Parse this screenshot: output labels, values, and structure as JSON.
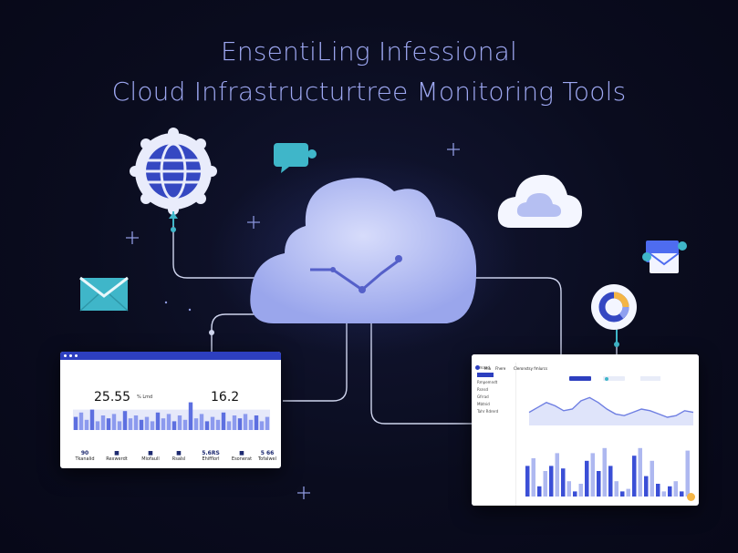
{
  "title": {
    "line1": "EnsentiLing Infessional",
    "line2": "Cloud Infrastructurtree Monitoring Tools"
  },
  "icons": [
    "globe-gear-icon",
    "chat-bubble-icon",
    "cloud-icon",
    "cloud-outline-icon",
    "envelope-icon",
    "envelope-chat-icon",
    "donut-chart-icon",
    "sparkle-icon"
  ],
  "colors": {
    "background": "#090b1c",
    "accent": "#2d3fbf",
    "title": "#9ea8f2",
    "cloud": "#b9c3f6",
    "teal": "#3fb6c9"
  },
  "left_dashboard": {
    "metric1": "25.55",
    "metric1_unit": "% Lmd",
    "metric2": "16.2",
    "bars": [
      0.45,
      0.6,
      0.35,
      0.7,
      0.3,
      0.5,
      0.4,
      0.55,
      0.3,
      0.65,
      0.4,
      0.5,
      0.35,
      0.45,
      0.3,
      0.6,
      0.4,
      0.55,
      0.3,
      0.5,
      0.35,
      0.95,
      0.4,
      0.55,
      0.3,
      0.45,
      0.35,
      0.6,
      0.3,
      0.5,
      0.4,
      0.55,
      0.35,
      0.5,
      0.3,
      0.45
    ],
    "kpis": [
      {
        "value": "90",
        "label": "Tkanalid"
      },
      {
        "value": "",
        "label": "Rexwerdt"
      },
      {
        "value": "",
        "label": "Miofaull"
      },
      {
        "value": "",
        "label": "Rsalsl"
      },
      {
        "value": "5.6RS",
        "label": "Ehifflorl"
      },
      {
        "value": "",
        "label": "Esonerat"
      },
      {
        "value": "5 66",
        "label": "Tofalwel"
      }
    ]
  },
  "right_dashboard": {
    "nav": [
      "Mia",
      "Fhere"
    ],
    "header_text": "Cleronstsy fmlurcs",
    "side_items": [
      "Tmand",
      "",
      "Rmpemndt",
      "Rsnsd",
      "Gfrrad",
      "Mbtnid",
      "Tahr Rdrerd"
    ],
    "line_values": [
      0.4,
      0.55,
      0.7,
      0.6,
      0.45,
      0.5,
      0.75,
      0.85,
      0.7,
      0.5,
      0.35,
      0.3,
      0.4,
      0.5,
      0.45,
      0.35,
      0.25,
      0.3,
      0.45,
      0.4
    ],
    "bars": [
      0.6,
      0.75,
      0.2,
      0.5,
      0.6,
      0.85,
      0.55,
      0.3,
      0.1,
      0.25,
      0.7,
      0.85,
      0.5,
      0.95,
      0.6,
      0.3,
      0.1,
      0.15,
      0.8,
      0.95,
      0.4,
      0.7,
      0.25,
      0.1,
      0.2,
      0.3,
      0.1,
      0.9
    ]
  }
}
